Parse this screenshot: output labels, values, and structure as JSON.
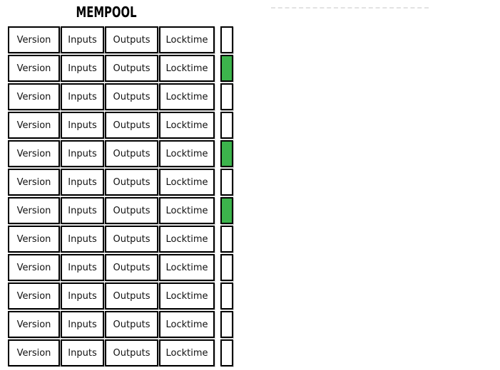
{
  "title": "MEMPOOL",
  "transaction": {
    "fields": [
      "Version",
      "Inputs",
      "Outputs",
      "Locktime"
    ]
  },
  "rows": [
    {
      "highlighted": false
    },
    {
      "highlighted": true
    },
    {
      "highlighted": false
    },
    {
      "highlighted": false
    },
    {
      "highlighted": true
    },
    {
      "highlighted": false
    },
    {
      "highlighted": true
    },
    {
      "highlighted": false
    },
    {
      "highlighted": false
    },
    {
      "highlighted": false
    },
    {
      "highlighted": false
    },
    {
      "highlighted": false
    }
  ],
  "colors": {
    "highlight_green": "#3cb44c",
    "box_border": "#000000",
    "dashed_line": "#e2e2e2"
  }
}
